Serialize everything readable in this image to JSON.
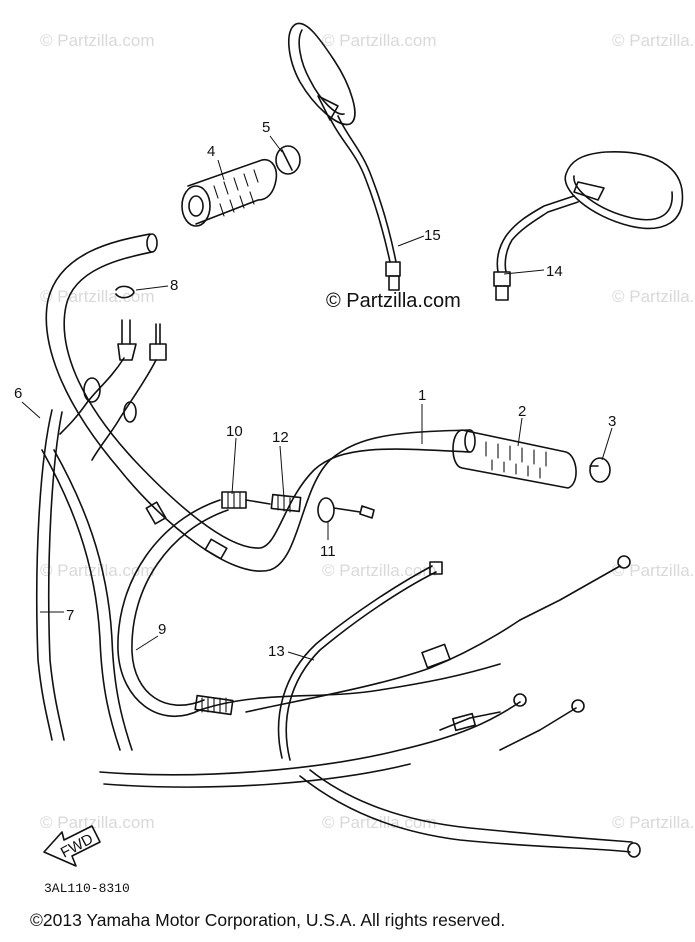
{
  "watermark": {
    "repeat_text": "© Partzilla.com",
    "main_text": "© Partzilla.com"
  },
  "callouts": [
    {
      "id": "1",
      "label": "1"
    },
    {
      "id": "2",
      "label": "2"
    },
    {
      "id": "3",
      "label": "3"
    },
    {
      "id": "4",
      "label": "4"
    },
    {
      "id": "5",
      "label": "5"
    },
    {
      "id": "6",
      "label": "6"
    },
    {
      "id": "7",
      "label": "7"
    },
    {
      "id": "8",
      "label": "8"
    },
    {
      "id": "9",
      "label": "9"
    },
    {
      "id": "10",
      "label": "10"
    },
    {
      "id": "11",
      "label": "11"
    },
    {
      "id": "12",
      "label": "12"
    },
    {
      "id": "13",
      "label": "13"
    },
    {
      "id": "14",
      "label": "14"
    },
    {
      "id": "15",
      "label": "15"
    }
  ],
  "fwd_label": "FWD",
  "part_code": "3AL110-8310",
  "copyright": "©2013  Yamaha Motor Corporation, U.S.A. All rights reserved."
}
